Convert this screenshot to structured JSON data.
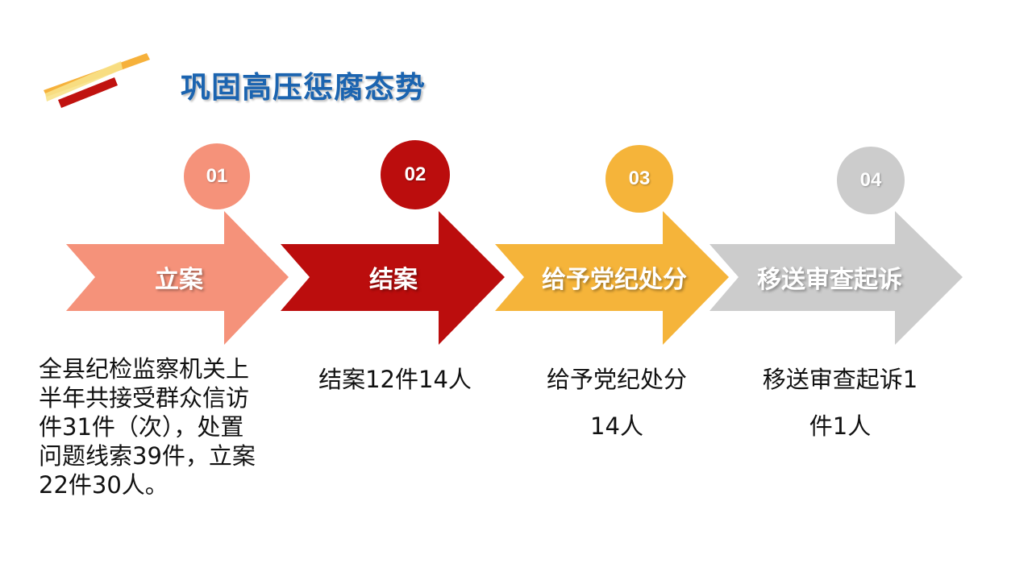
{
  "title": "巩固高压惩腐态势",
  "colors": {
    "step1": "#f5927a",
    "step2": "#bb0d0d",
    "step3": "#f5b43a",
    "step4": "#cccccc",
    "title": "#1b64b0"
  },
  "steps": [
    {
      "number": "01",
      "label": "立案",
      "description_lines": [
        "全县纪检监察机关上",
        "半年共接受群众信访",
        "件31件（次），处置",
        "问题线索39件，立案",
        "22件30人。"
      ]
    },
    {
      "number": "02",
      "label": "结案",
      "description_lines": [
        "结案12件14人"
      ]
    },
    {
      "number": "03",
      "label": "给予党纪处分",
      "description_lines": [
        "给予党纪处分",
        "14人"
      ]
    },
    {
      "number": "04",
      "label": "移送审查起诉",
      "description_lines": [
        "移送审查起诉1",
        "件1人"
      ]
    }
  ]
}
